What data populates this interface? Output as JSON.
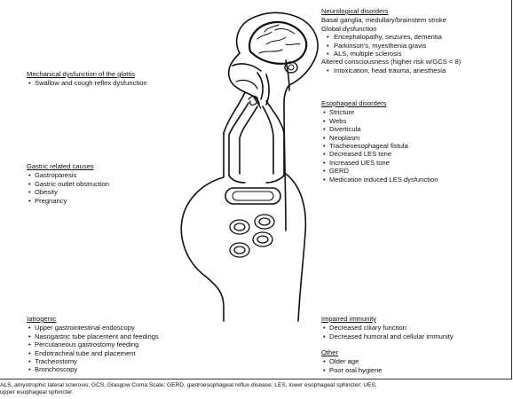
{
  "neuro": {
    "heading": "Neurological disorders",
    "line1": "Basal ganglia, medullary/brainstem stroke",
    "line2": "Global dysfunction",
    "items": [
      "Encephalopathy, seizures, dementia",
      "Parkinson's, myesthenia gravis",
      "ALS, multiple sclerosis"
    ],
    "line3": "Altered consciousness (higher risk w/GCS < 8)",
    "items2": [
      "Intoxication, head trauma, anesthesia"
    ]
  },
  "glottis": {
    "heading": "Mechanical dysfunction of the glottis",
    "items": [
      "Swallow and cough reflex dysfunction"
    ]
  },
  "esophageal": {
    "heading": "Esophageal disorders",
    "items": [
      "Stricture",
      "Webs",
      "Diverticula",
      "Neoplasm",
      "Tracheoesophageal fistula",
      "Decreased LES tone",
      "Increased UES tone",
      "GERD",
      "Medication induced LES dysfunction"
    ]
  },
  "gastric": {
    "heading": "Gastric related causes",
    "items": [
      "Gastroparesis",
      "Gastric outlet obstruction",
      "Obesity",
      "Pregnancy"
    ]
  },
  "iatrogenic": {
    "heading": "Iatrogenic",
    "items": [
      "Upper gastrointestinal endoscopy",
      "Nasogastric tube placement and feedings",
      "Percutaneous gastrostomy feeding",
      "Endotracheal tube and placement",
      "Tracheostomy",
      "Bronchoscopy"
    ]
  },
  "immunity": {
    "heading": "Impaired immunity",
    "items": [
      "Decreased ciliary function",
      "Decreased humoral and cellular immunity"
    ]
  },
  "other": {
    "heading": "Other",
    "items": [
      "Older age",
      "Poor oral hygiene"
    ]
  },
  "footnote": "ALS, amyotrophic lateral sclerosis; GCS, Glasgow Coma Scale; GERD, gastroesophageal reflux disease; LES, lower esophageal sphincter; UES,\nupper esophageal sphincter.",
  "colors": {
    "ink": "#111111",
    "background": "#ffffff"
  }
}
